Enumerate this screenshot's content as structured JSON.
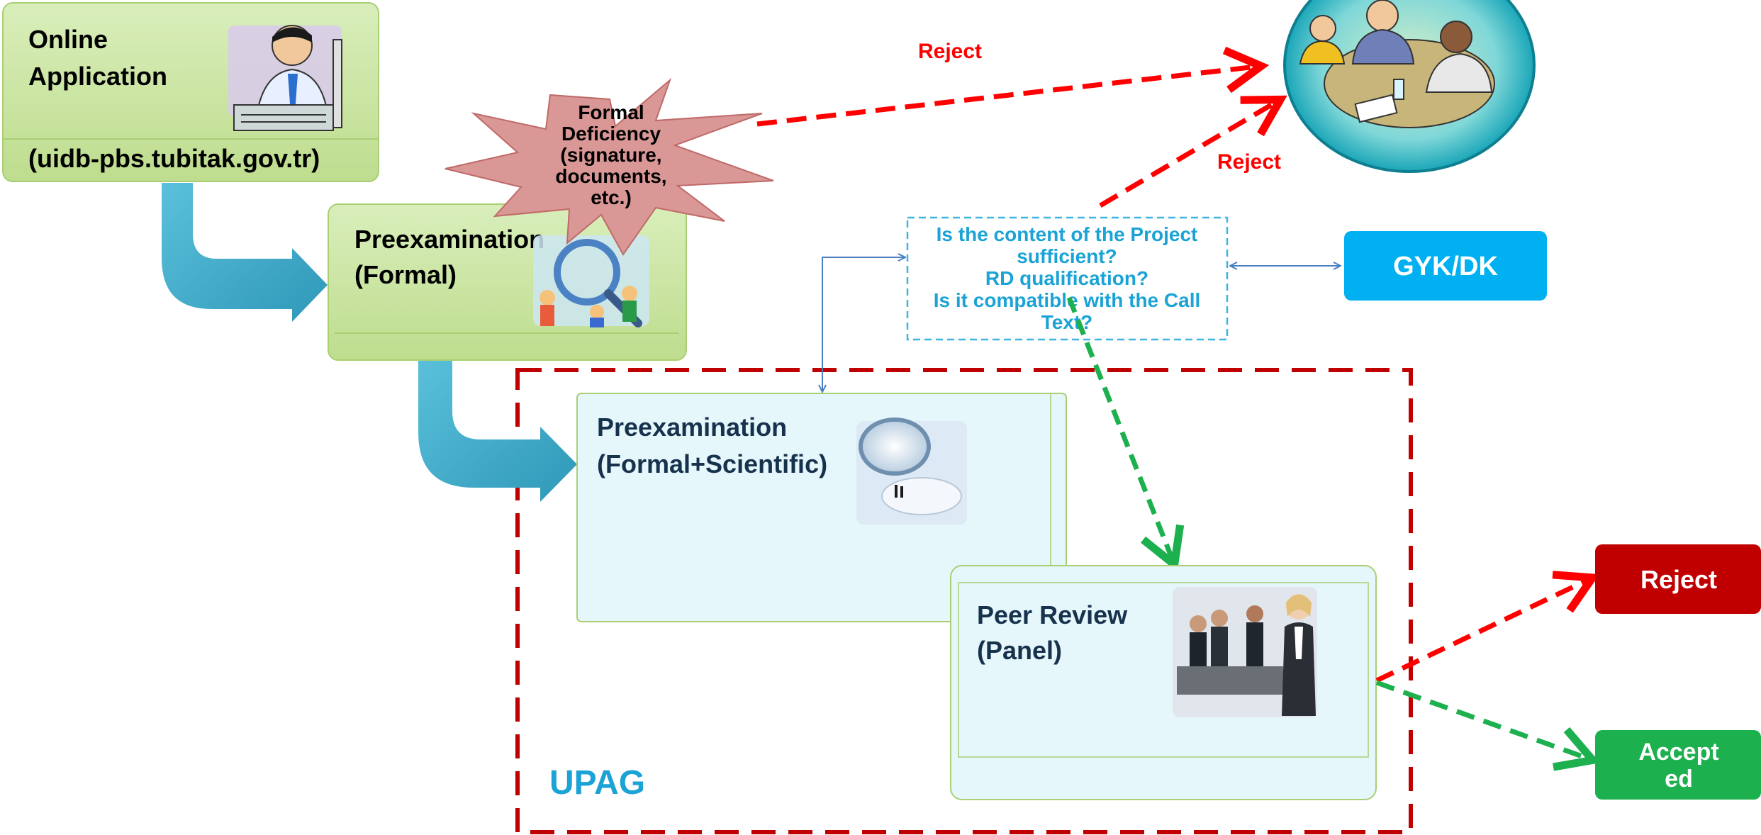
{
  "online_application": {
    "title_line1": "Online",
    "title_line2": "Application",
    "url": "(uidb-pbs.tubitak.gov.tr)"
  },
  "formal_deficiency": {
    "lines": [
      "Formal",
      "Deficiency",
      "(signature,",
      "documents,",
      "etc.)"
    ]
  },
  "preexam_formal": {
    "line1": "Preexamination",
    "line2": "(Formal)"
  },
  "question_box": {
    "lines": [
      "Is the content of the Project",
      "sufficient?",
      "RD qualification?",
      "Is it compatible with the Call",
      "Text?"
    ]
  },
  "gyk_dk": {
    "label": "GYK/DK"
  },
  "preexam_scientific": {
    "line1": "Preexamination",
    "line2": "(Formal+Scientific)"
  },
  "peer_review": {
    "line1": "Peer Review",
    "line2": "(Panel)"
  },
  "upag": {
    "label": "UPAG"
  },
  "reject_label_top": "Reject",
  "reject_label_mid": "Reject",
  "reject_box": {
    "label": "Reject"
  },
  "accepted_box": {
    "line1": "Accept",
    "line2": "ed"
  },
  "colors": {
    "green_box": "#c5e29a",
    "light_blue_box": "#e6f7fb",
    "reject_red": "#ff0000",
    "accept_green": "#1db04f",
    "flow_arrow": "#44aecb",
    "gyk_blue": "#00b0f0",
    "upag_border": "#c00000",
    "question_text": "#1ba3d6"
  },
  "icons": [
    "typist-clipart",
    "magnifier-people-clipart",
    "magnifier-photo",
    "business-team-photo",
    "meeting-clipart"
  ]
}
